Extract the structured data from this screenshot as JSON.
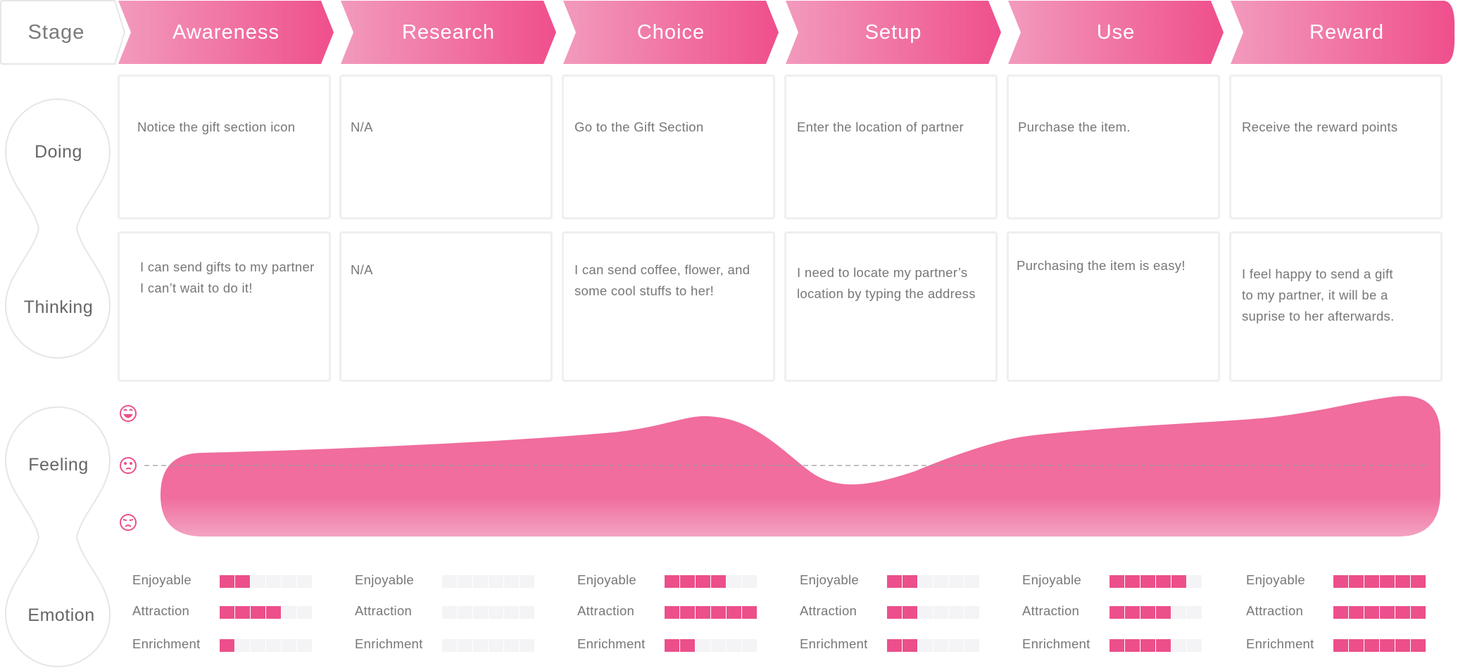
{
  "colors": {
    "chevron_light": "#f29abd",
    "chevron_dark": "#ef4f8c",
    "accent": "#ec4f8b",
    "wave_top": "#f06d9d",
    "wave_bottom": "#f3a3c2",
    "border": "#e8e8e8"
  },
  "header": {
    "first_label": "Stage",
    "stages": [
      "Awareness",
      "Research",
      "Choice",
      "Setup",
      "Use",
      "Reward"
    ]
  },
  "rows": {
    "doing": "Doing",
    "thinking": "Thinking",
    "feeling": "Feeling",
    "emotion": "Emotion"
  },
  "doing": [
    "Notice the gift section icon",
    "N/A",
    "Go to the Gift Section",
    "Enter the location of partner",
    "Purchase the item.",
    "Receive the reward points"
  ],
  "thinking": [
    "I can send gifts to my partner\nI can’t wait to do it!",
    "N/A",
    "I can send coffee, flower, and\nsome cool stuffs to her!",
    "I need to locate my partner’s\nlocation by typing the address",
    "Purchasing the item is easy!",
    "I feel happy to send a gift\nto my partner, it will be a\nsuprise to her afterwards."
  ],
  "feeling": {
    "icons": [
      "happy-face-icon",
      "neutral-face-icon",
      "sad-face-icon"
    ]
  },
  "emotion": {
    "labels": [
      "Enjoyable",
      "Attraction",
      "Enrichment"
    ],
    "max": 6,
    "levels": [
      [
        2,
        4,
        1
      ],
      [
        0,
        0,
        0
      ],
      [
        4,
        6,
        2
      ],
      [
        2,
        2,
        2
      ],
      [
        5,
        4,
        4
      ],
      [
        6,
        6,
        6
      ]
    ]
  }
}
